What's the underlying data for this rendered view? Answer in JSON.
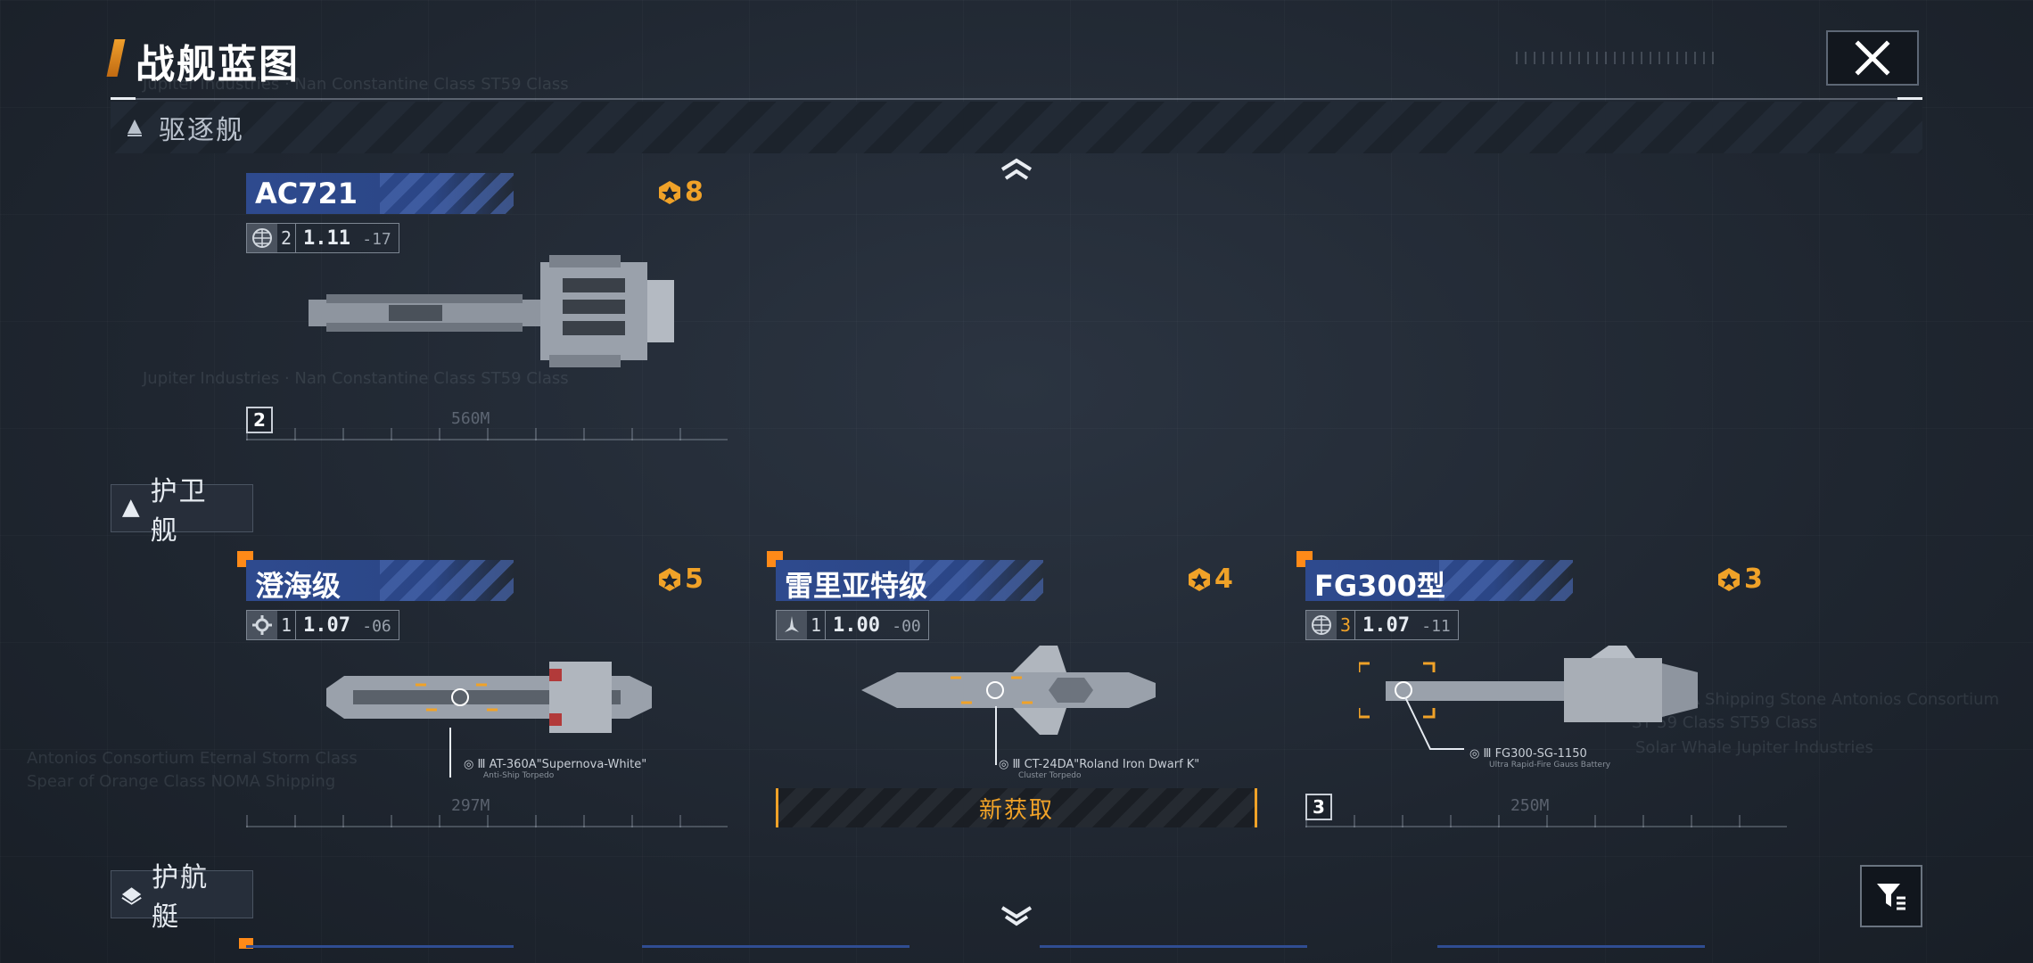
{
  "header": {
    "title": "战舰蓝图"
  },
  "colors": {
    "accent": "#f0a228",
    "new_dot": "#ff8a18",
    "name_bar": "#2e4a8e"
  },
  "categories": [
    {
      "label": "驱逐舰"
    },
    {
      "label": "护卫舰"
    },
    {
      "label": "护航艇"
    }
  ],
  "cards": [
    {
      "name": "AC721",
      "cost": "8",
      "tier": "2",
      "ver_main": "1.11",
      "ver_sub": "-17",
      "length": "560M",
      "count": "2",
      "type_icon": "globe-icon"
    },
    {
      "name": "澄海级",
      "cost": "5",
      "tier": "1",
      "ver_main": "1.07",
      "ver_sub": "-06",
      "length": "297M",
      "type_icon": "gear-icon",
      "weapon": "AT-360A\"Supernova-White\"",
      "weapon_sub": "Anti-Ship Torpedo"
    },
    {
      "name": "雷里亚特级",
      "cost": "4",
      "tier": "1",
      "ver_main": "1.00",
      "ver_sub": "-00",
      "type_icon": "fighter-icon",
      "weapon": "CT-24DA\"Roland Iron Dwarf K\"",
      "weapon_sub": "Cluster Torpedo",
      "banner": "新获取"
    },
    {
      "name": "FG300型",
      "cost": "3",
      "tier": "3",
      "ver_main": "1.07",
      "ver_sub": "-11",
      "length": "250M",
      "count": "3",
      "type_icon": "globe-icon",
      "weapon": "FG300-SG-1150",
      "weapon_sub": "Ultra Rapid-Fire Gauss Battery"
    }
  ]
}
